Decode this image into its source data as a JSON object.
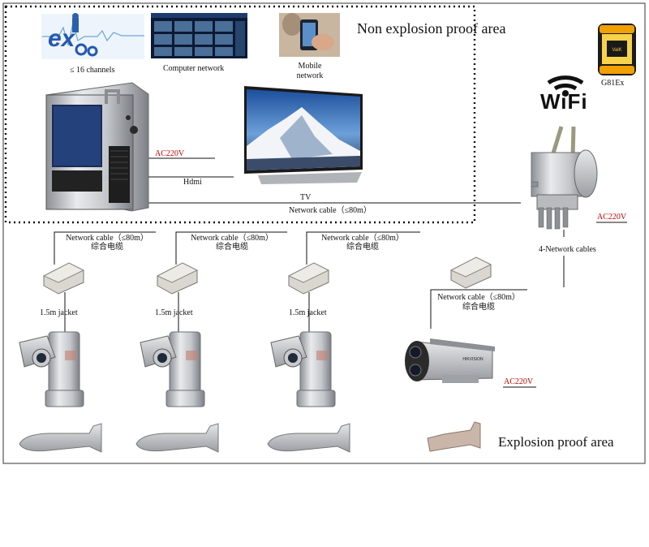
{
  "areas": {
    "non_explosion": "Non explosion proof area",
    "explosion": "Explosion proof area"
  },
  "devices": {
    "channels": "≤ 16 channels",
    "computer_network": "Computer network",
    "mobile_network": "Mobile network",
    "wifi_logo": "WiFi",
    "g81ex": "G81Ex",
    "g81ex_screen": "ValK",
    "tv": "TV",
    "hdmi": "Hdmi",
    "four_network_cables": "4-Network cables",
    "camera_brand": "HIKVISION",
    "logo_letters": "ex"
  },
  "power": {
    "recorder": "AC220V",
    "junction": "AC220V",
    "bullet_camera": "AC220V"
  },
  "cables": {
    "main_link": "Network cable（≤80m）",
    "branch": "Network cable（≤80m）",
    "branch_cn": "综合电缆",
    "bullet_branch": "Network cable（≤80m）",
    "bullet_branch_cn": "综合电缆",
    "jacket": "1.5m jacket"
  },
  "colors": {
    "power_label": "#c00000",
    "steel": "#c9cbce",
    "line": "#111111"
  }
}
